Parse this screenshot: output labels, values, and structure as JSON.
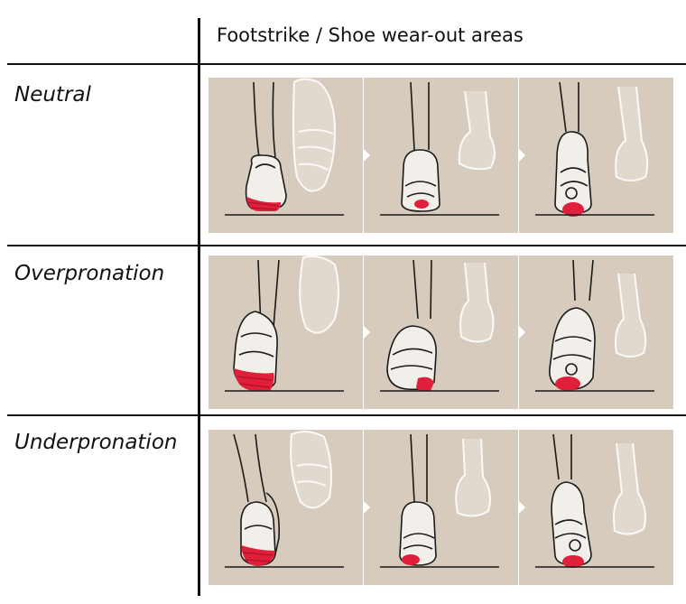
{
  "header": {
    "title": "Footstrike / Shoe wear-out areas"
  },
  "rows": [
    {
      "label": "Neutral"
    },
    {
      "label": "Overpronation"
    },
    {
      "label": "Underpronation"
    }
  ],
  "colors": {
    "panel_background": "#d6cbbd",
    "wear_highlight": "#e0203a",
    "line": "#111111"
  }
}
